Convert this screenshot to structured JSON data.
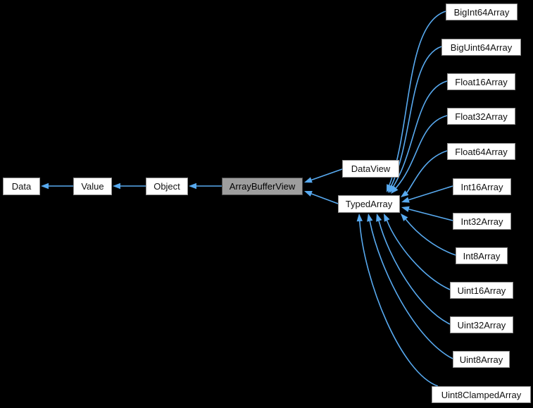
{
  "diagram": {
    "type": "class-inheritance-graph",
    "background_color": "#000000",
    "edge_color": "#58aaf0",
    "node_style": {
      "fill": "#ffffff",
      "border": "#8f8f8f",
      "text": "#111111"
    },
    "focus_node_style": {
      "fill": "#9e9e9e",
      "border": "#4f4f4f",
      "text": "#000000"
    },
    "nodes": [
      {
        "id": "data",
        "label": "Data"
      },
      {
        "id": "value",
        "label": "Value"
      },
      {
        "id": "object",
        "label": "Object"
      },
      {
        "id": "arraybufferview",
        "label": "ArrayBufferView",
        "focus": true
      },
      {
        "id": "dataview",
        "label": "DataView"
      },
      {
        "id": "typedarray",
        "label": "TypedArray"
      },
      {
        "id": "bigint64array",
        "label": "BigInt64Array"
      },
      {
        "id": "biguint64array",
        "label": "BigUint64Array"
      },
      {
        "id": "float16array",
        "label": "Float16Array"
      },
      {
        "id": "float32array",
        "label": "Float32Array"
      },
      {
        "id": "float64array",
        "label": "Float64Array"
      },
      {
        "id": "int16array",
        "label": "Int16Array"
      },
      {
        "id": "int32array",
        "label": "Int32Array"
      },
      {
        "id": "int8array",
        "label": "Int8Array"
      },
      {
        "id": "uint16array",
        "label": "Uint16Array"
      },
      {
        "id": "uint32array",
        "label": "Uint32Array"
      },
      {
        "id": "uint8array",
        "label": "Uint8Array"
      },
      {
        "id": "uint8clampedarray",
        "label": "Uint8ClampedArray"
      }
    ],
    "edges": [
      {
        "from": "value",
        "to": "data"
      },
      {
        "from": "object",
        "to": "value"
      },
      {
        "from": "arraybufferview",
        "to": "object"
      },
      {
        "from": "dataview",
        "to": "arraybufferview"
      },
      {
        "from": "typedarray",
        "to": "arraybufferview"
      },
      {
        "from": "bigint64array",
        "to": "typedarray"
      },
      {
        "from": "biguint64array",
        "to": "typedarray"
      },
      {
        "from": "float16array",
        "to": "typedarray"
      },
      {
        "from": "float32array",
        "to": "typedarray"
      },
      {
        "from": "float64array",
        "to": "typedarray"
      },
      {
        "from": "int16array",
        "to": "typedarray"
      },
      {
        "from": "int32array",
        "to": "typedarray"
      },
      {
        "from": "int8array",
        "to": "typedarray"
      },
      {
        "from": "uint16array",
        "to": "typedarray"
      },
      {
        "from": "uint32array",
        "to": "typedarray"
      },
      {
        "from": "uint8array",
        "to": "typedarray"
      },
      {
        "from": "uint8clampedarray",
        "to": "typedarray"
      }
    ]
  }
}
